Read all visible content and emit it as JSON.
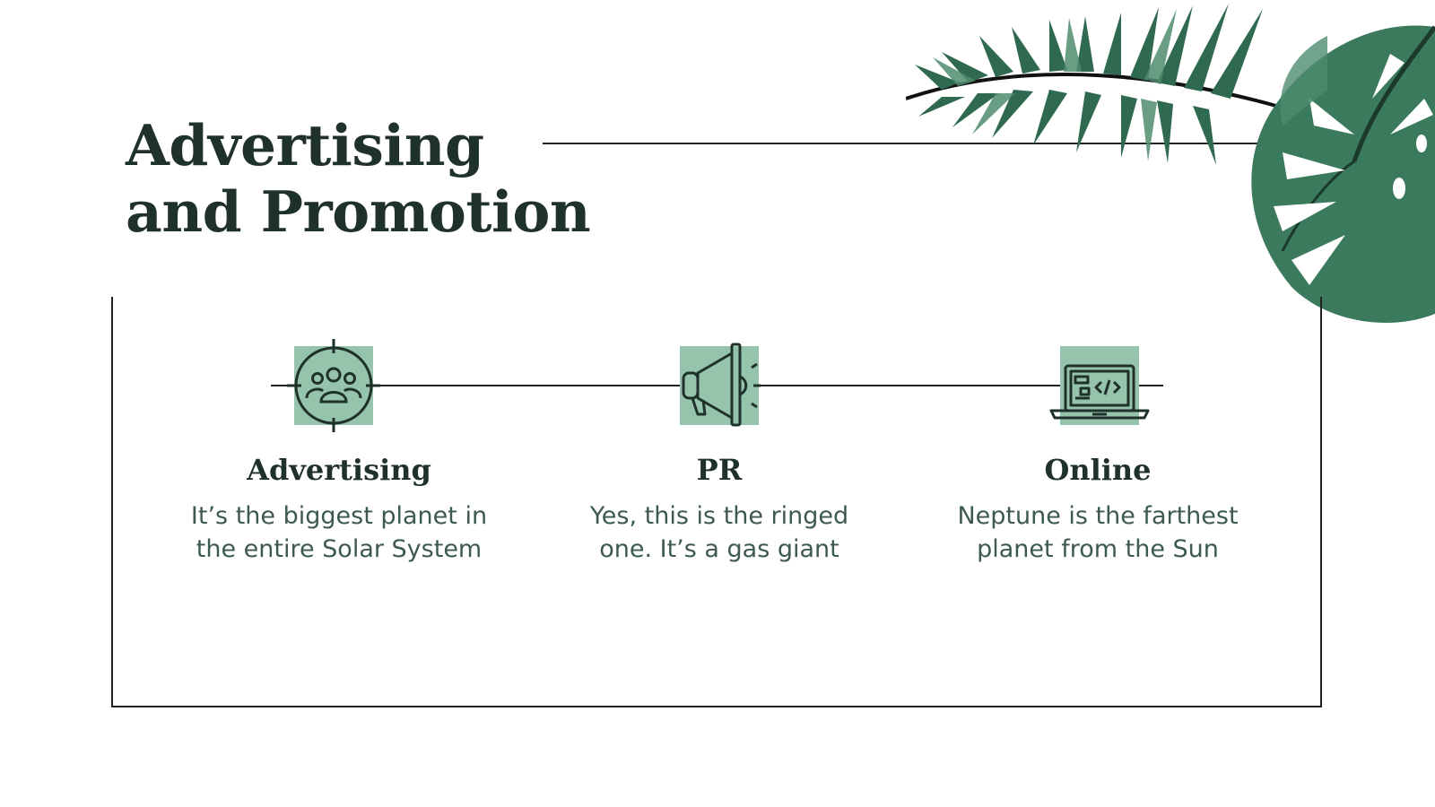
{
  "title": {
    "line1": "Advertising",
    "line2": "and Promotion"
  },
  "columns": [
    {
      "heading": "Advertising",
      "text": "It’s the biggest planet in the entire Solar System",
      "icon": "target-audience-icon"
    },
    {
      "heading": "PR",
      "text": "Yes, this is the ringed one. It’s a gas giant",
      "icon": "megaphone-icon"
    },
    {
      "heading": "Online",
      "text": "Neptune is the farthest planet from the Sun",
      "icon": "laptop-code-icon"
    }
  ],
  "colors": {
    "title": "#1f312b",
    "body_text": "#3d5a4d",
    "icon_background": "#96c3ab",
    "leaf_dark": "#2f6a50",
    "leaf_light": "#4f8c6f"
  },
  "decorations": [
    "palm-leaf-icon",
    "monstera-leaf-icon"
  ]
}
